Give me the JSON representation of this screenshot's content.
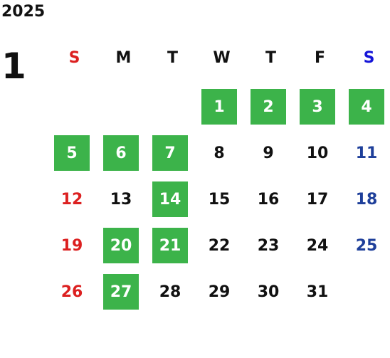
{
  "calendar": {
    "year": "2025",
    "month": "1",
    "colors": {
      "sunday": "#dc2020",
      "saturday": "#1e3f9a",
      "saturday_header": "#1515d8",
      "weekday": "#111111",
      "highlight_bg": "#3cb34a",
      "highlight_text": "#ffffff"
    },
    "weekdays": [
      {
        "label": "S",
        "kind": "sunday"
      },
      {
        "label": "M",
        "kind": "weekday"
      },
      {
        "label": "T",
        "kind": "weekday"
      },
      {
        "label": "W",
        "kind": "weekday"
      },
      {
        "label": "T",
        "kind": "weekday"
      },
      {
        "label": "F",
        "kind": "weekday"
      },
      {
        "label": "S",
        "kind": "saturday_header"
      }
    ],
    "first_weekday_index": 3,
    "days": [
      {
        "day": "1",
        "highlighted": true
      },
      {
        "day": "2",
        "highlighted": true
      },
      {
        "day": "3",
        "highlighted": true
      },
      {
        "day": "4",
        "highlighted": true
      },
      {
        "day": "5",
        "highlighted": true
      },
      {
        "day": "6",
        "highlighted": true
      },
      {
        "day": "7",
        "highlighted": true
      },
      {
        "day": "8",
        "highlighted": false
      },
      {
        "day": "9",
        "highlighted": false
      },
      {
        "day": "10",
        "highlighted": false
      },
      {
        "day": "11",
        "highlighted": false
      },
      {
        "day": "12",
        "highlighted": false
      },
      {
        "day": "13",
        "highlighted": false
      },
      {
        "day": "14",
        "highlighted": true
      },
      {
        "day": "15",
        "highlighted": false
      },
      {
        "day": "16",
        "highlighted": false
      },
      {
        "day": "17",
        "highlighted": false
      },
      {
        "day": "18",
        "highlighted": false
      },
      {
        "day": "19",
        "highlighted": false
      },
      {
        "day": "20",
        "highlighted": true
      },
      {
        "day": "21",
        "highlighted": true
      },
      {
        "day": "22",
        "highlighted": false
      },
      {
        "day": "23",
        "highlighted": false
      },
      {
        "day": "24",
        "highlighted": false
      },
      {
        "day": "25",
        "highlighted": false
      },
      {
        "day": "26",
        "highlighted": false
      },
      {
        "day": "27",
        "highlighted": true
      },
      {
        "day": "28",
        "highlighted": false
      },
      {
        "day": "29",
        "highlighted": false
      },
      {
        "day": "30",
        "highlighted": false
      },
      {
        "day": "31",
        "highlighted": false
      }
    ]
  }
}
